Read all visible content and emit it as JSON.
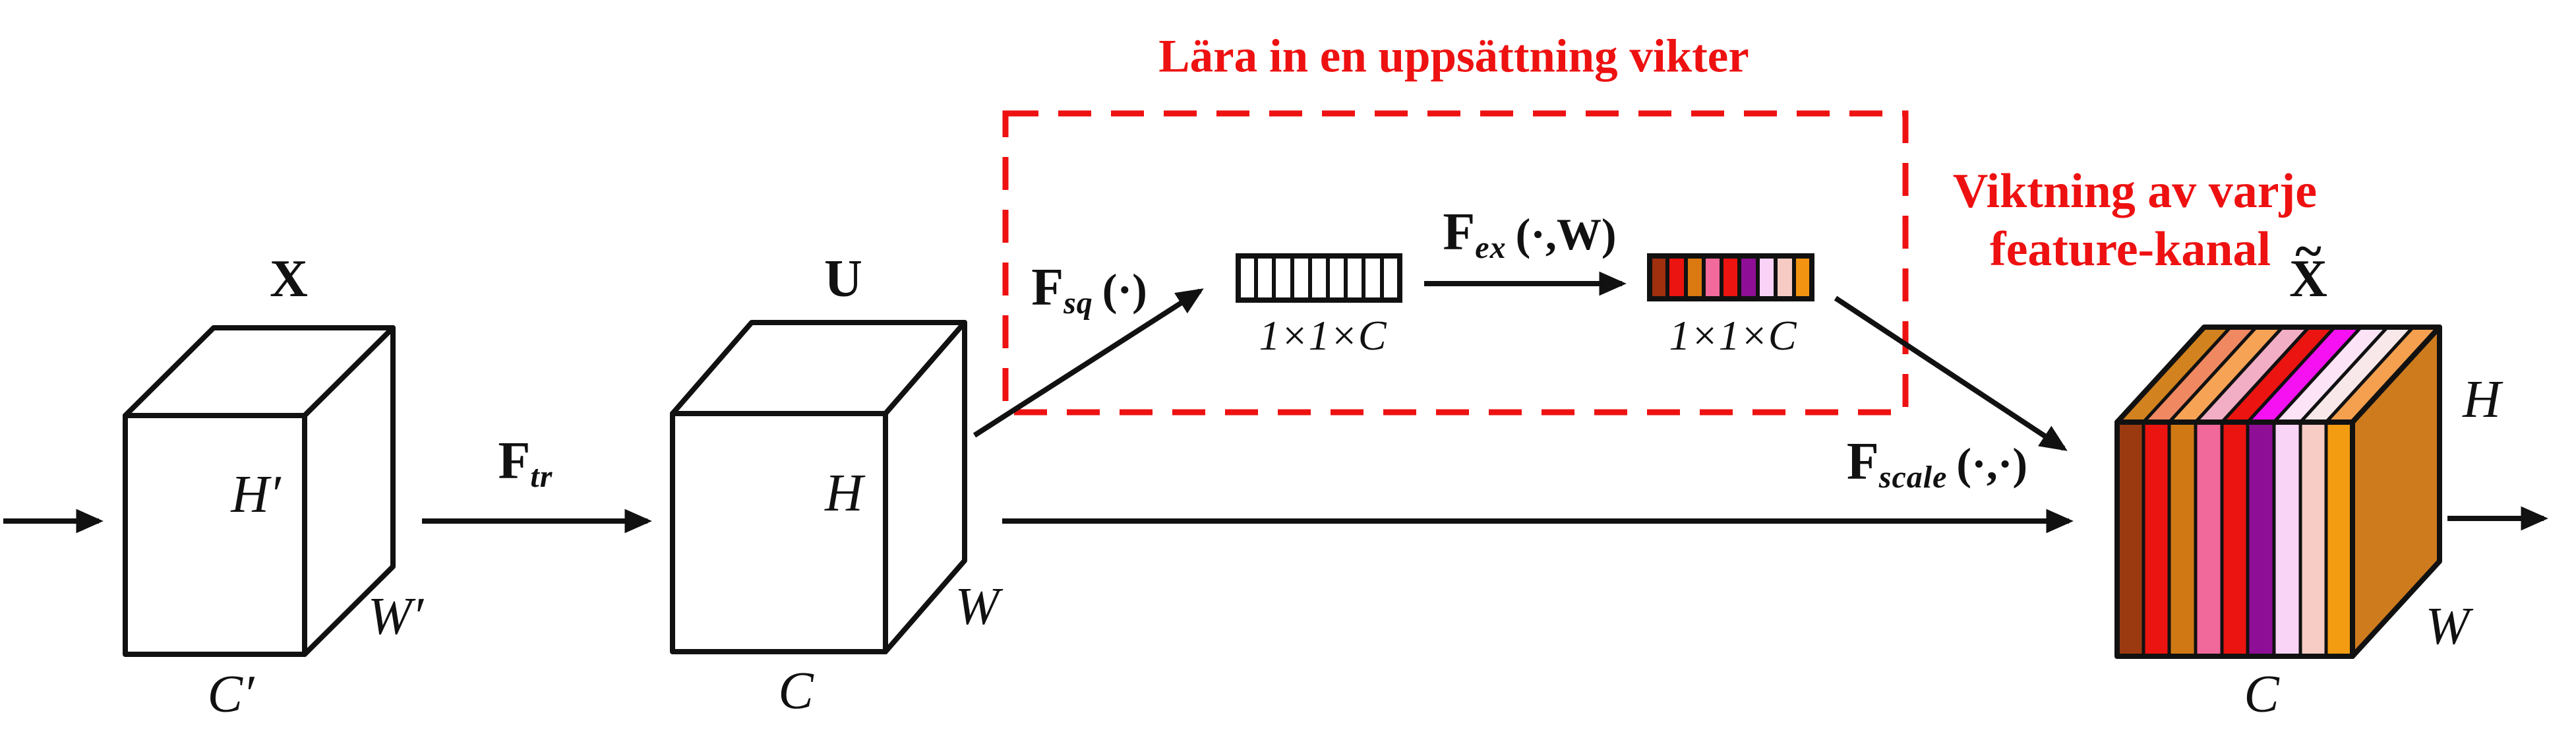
{
  "colors": {
    "accent_red": "#EE1111",
    "line_black": "#111111",
    "cell_white": "#FFFFFF",
    "cube_face_white": "#FFFFFF"
  },
  "annotations": {
    "learn_weights": "Lära in en uppsättning vikter",
    "weighting_line1": "Viktning av varje",
    "weighting_line2": "feature-kanal"
  },
  "input_tensor": {
    "name": "X",
    "height": "H′",
    "width": "W′",
    "channels": "C′"
  },
  "transformed_tensor": {
    "name": "U",
    "height": "H",
    "width": "W",
    "channels": "C"
  },
  "output_tensor": {
    "name": "X",
    "tilde": "~",
    "height": "H",
    "width": "W",
    "channels": "C",
    "front_colors": [
      "#9B3A10",
      "#EC1410",
      "#D07914",
      "#F1689B",
      "#EC1410",
      "#8E0F96",
      "#F9D4F7",
      "#F6CCC5",
      "#F39C11"
    ],
    "top_colors": [
      "#D2821E",
      "#F08862",
      "#F7A355",
      "#F2AEC5",
      "#EC1410",
      "#F511F2",
      "#FCE4F6",
      "#F9E8EA",
      "#F5A04F"
    ],
    "side_color": "#CE7B1E"
  },
  "ops": {
    "ftr": {
      "f": "F",
      "sub": "tr"
    },
    "fsq": {
      "f": "F",
      "sub": "sq",
      "args": "(·)"
    },
    "fex": {
      "f": "F",
      "sub": "ex",
      "args_open": "(·,",
      "weight": "W",
      "args_close": ")"
    },
    "fscale": {
      "f": "F",
      "sub": "scale",
      "args": "(·,·)"
    }
  },
  "squeeze_vector": {
    "dims": "1×1×C",
    "cells": 9,
    "cell_color": "#FFFFFF"
  },
  "excitation_vector": {
    "dims": "1×1×C",
    "colors": [
      "#A0300E",
      "#EC1410",
      "#D9790F",
      "#F2699B",
      "#EC1410",
      "#8E0F96",
      "#FAD2F8",
      "#F6CBC4",
      "#F29411"
    ]
  }
}
